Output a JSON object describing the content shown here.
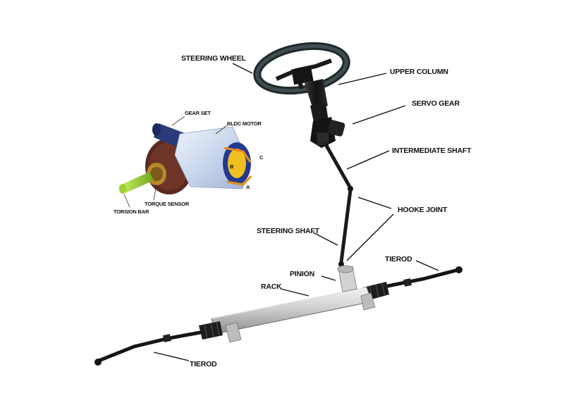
{
  "labels": {
    "steering_wheel": "STEERING WHEEL",
    "upper_column": "UPPER COLUMN",
    "servo_gear": "SERVO GEAR",
    "intermediate_shaft": "INTERMEDIATE SHAFT",
    "hooke_joint": "HOOKE JOINT",
    "steering_shaft": "STEERING SHAFT",
    "pinion": "PINION",
    "rack": "RACK",
    "tierod_right": "TIEROD",
    "tierod_left": "TIEROD"
  },
  "inset": {
    "gear_set": "GEAR SET",
    "bldc_motor": "BLDC MOTOR",
    "torque_sensor": "TORQUE SENSOR",
    "torsion_bar": "TORSION BAR",
    "phase_a": "A",
    "phase_b": "B",
    "phase_c": "C"
  },
  "colors": {
    "wheel": "#2f3a3c",
    "column": "#1c1c1c",
    "rack_body": "#c9c9c9",
    "motor_housing": "#d8e2f2",
    "gear_set": "#5a2a20",
    "torsion_bar": "#9ad12e",
    "motor_coil": "#e88a1a",
    "worm": "#2a3a7a"
  }
}
